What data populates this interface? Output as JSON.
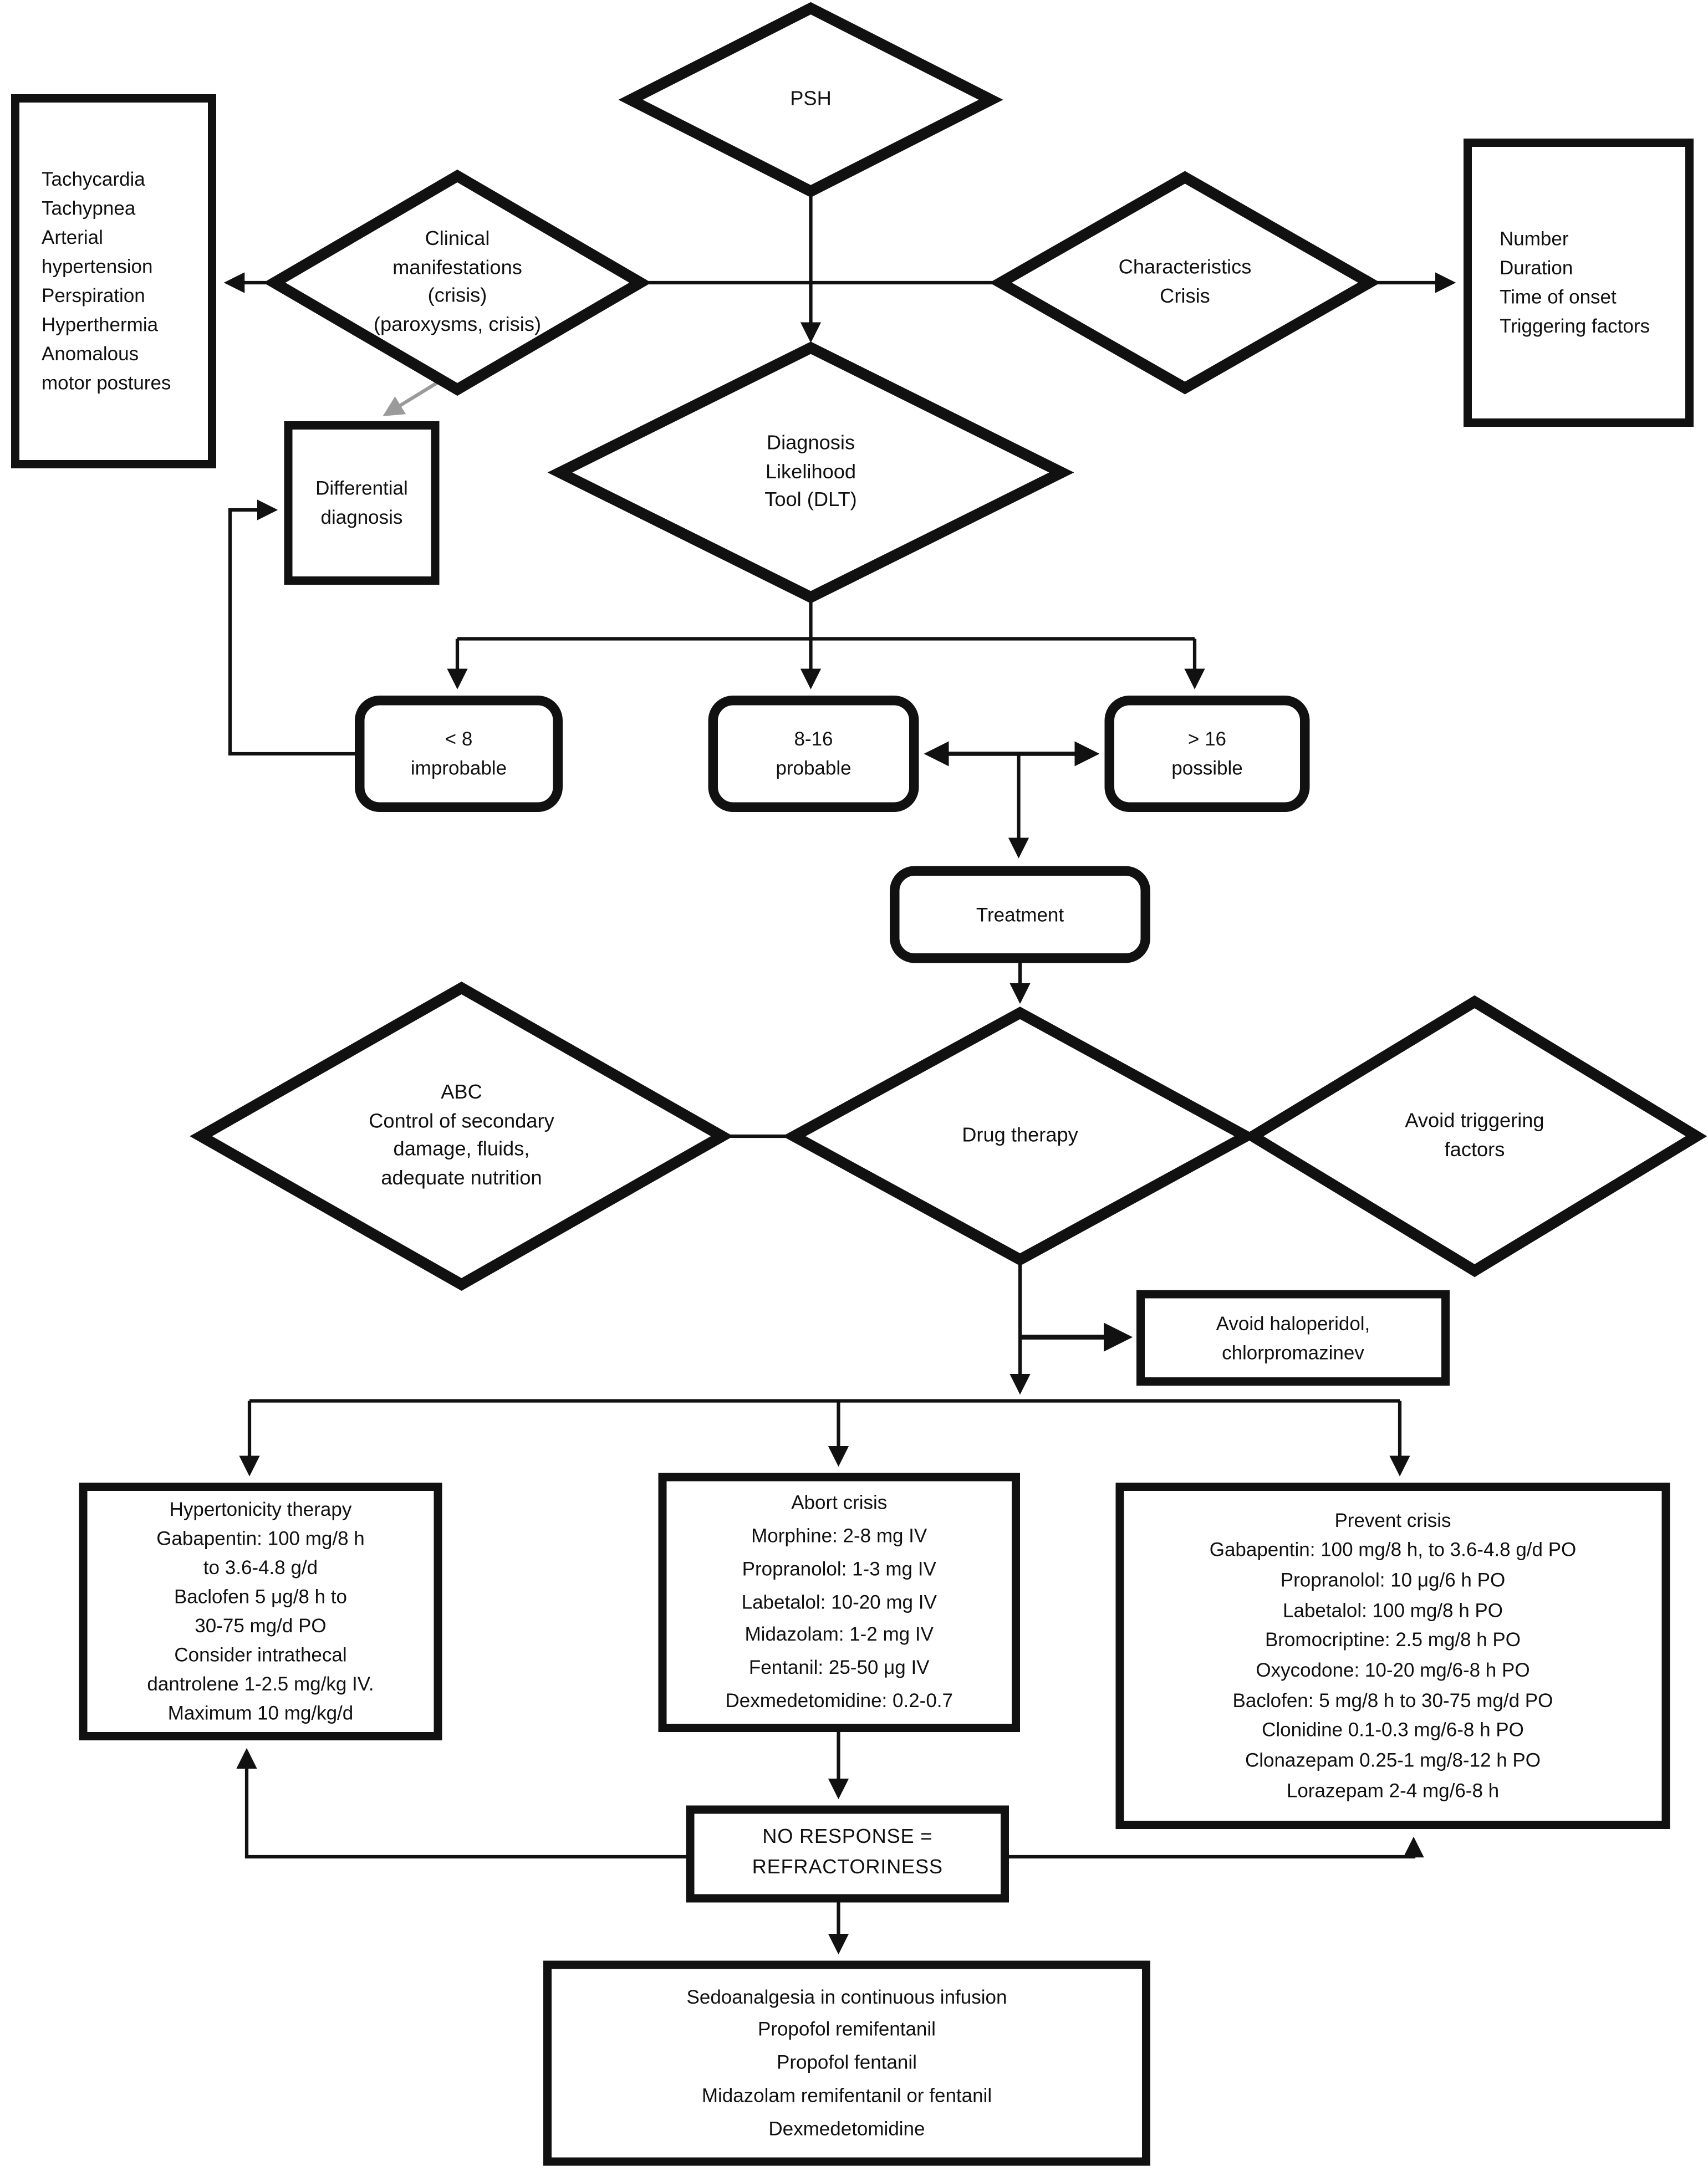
{
  "nodes": {
    "psh": {
      "label": "PSH"
    },
    "symptoms": {
      "label": "Tachycardia\nTachypnea\nArterial\nhypertension\nPerspiration\nHyperthermia\nAnomalous\nmotor postures"
    },
    "clinical_manifestations": {
      "label": "Clinical\nmanifestations\n(crisis)\n(paroxysms, crisis)"
    },
    "characteristics": {
      "label": "Characteristics\nCrisis"
    },
    "crisis_features": {
      "label": "Number\nDuration\nTime of onset\nTriggering factors"
    },
    "differential_diagnosis": {
      "label": "Differential\ndiagnosis"
    },
    "dlt": {
      "label": "Diagnosis\nLikelihood\nTool (DLT)"
    },
    "improbable": {
      "label": "< 8\nimprobable"
    },
    "probable": {
      "label": "8-16\nprobable"
    },
    "possible": {
      "label": "> 16\npossible"
    },
    "treatment": {
      "label": "Treatment"
    },
    "abc": {
      "label": "ABC\nControl of secondary\ndamage, fluids,\nadequate nutrition"
    },
    "drug_therapy": {
      "label": "Drug therapy"
    },
    "avoid_triggering": {
      "label": "Avoid triggering\nfactors"
    },
    "avoid_haloperidol": {
      "label": "Avoid haloperidol,\nchlorpromazinev"
    },
    "hypertonicity": {
      "label": "Hypertonicity therapy\nGabapentin: 100 mg/8 h\nto 3.6-4.8 g/d\nBaclofen 5 μg/8 h to\n30-75 mg/d PO\nConsider intrathecal\ndantrolene 1-2.5 mg/kg IV.\nMaximum 10 mg/kg/d"
    },
    "abort_crisis": {
      "label": "Abort crisis\nMorphine: 2-8 mg IV\nPropranolol: 1-3 mg IV\nLabetalol: 10-20 mg IV\nMidazolam: 1-2 mg IV\nFentanil: 25-50 μg IV\nDexmedetomidine: 0.2-0.7"
    },
    "prevent_crisis": {
      "label": "Prevent crisis\nGabapentin: 100 mg/8 h, to 3.6-4.8 g/d PO\nPropranolol: 10 μg/6 h PO\nLabetalol: 100 mg/8 h PO\nBromocriptine: 2.5 mg/8 h PO\nOxycodone: 10-20 mg/6-8 h PO\nBaclofen: 5 mg/8 h to 30-75 mg/d PO\nClonidine 0.1-0.3 mg/6-8 h PO\nClonazepam 0.25-1 mg/8-12 h PO\nLorazepam 2-4 mg/6-8 h"
    },
    "no_response": {
      "label": "NO RESPONSE =\nREFRACTORINESS"
    },
    "sedoanalgesia": {
      "label": "Sedoanalgesia in continuous infusion\nPropofol remifentanil\nPropofol fentanil\nMidazolam remifentanil or fentanil\nDexmedetomidine"
    }
  },
  "colors": {
    "line": "#111111",
    "gray_arrow": "#9a9a9a",
    "background": "#ffffff",
    "text": "#111111"
  }
}
